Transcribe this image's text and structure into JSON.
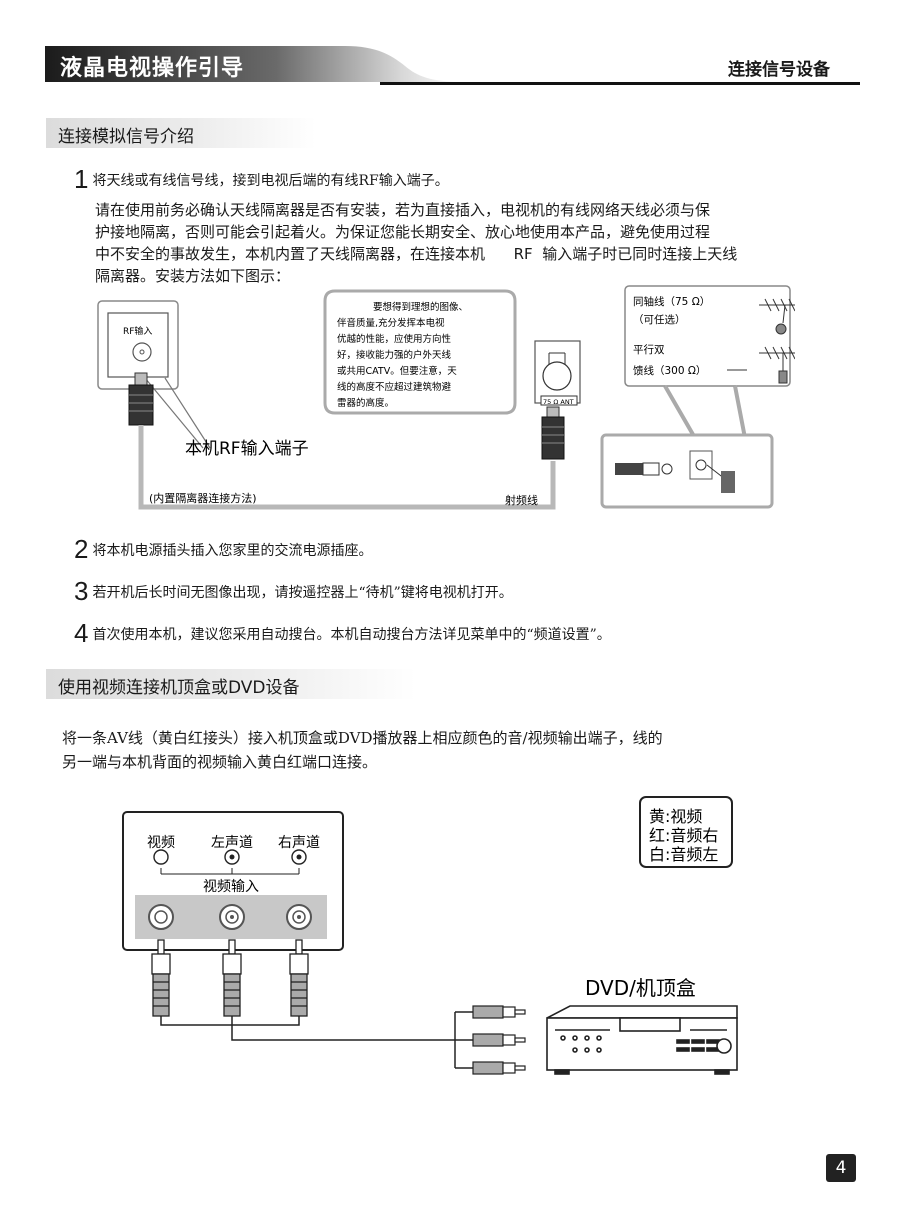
{
  "header": {
    "title": "液晶电视操作引导",
    "right_label": "连接信号设备"
  },
  "section1": {
    "title": "连接模拟信号介绍",
    "step1": {
      "num": "1",
      "text": "将天线或有线信号线，接到电视后端的有线RF输入端子。"
    },
    "paragraph": [
      "请在使用前务必确认天线隔离器是否有安装，若为直接插入，电视机的有线网络天线必须与保",
      "护接地隔离，否则可能会引起着火。为保证您能长期安全、放心地使用本产品，避免使用过程",
      "中不安全的事故发生，本机内置了天线隔离器，在连接本机      RF  输入端子时已同时连接上天线",
      "隔离器。安装方法如下图示："
    ],
    "diagram": {
      "rf_label": "RF输入",
      "port_caption": "本机RF输入端子",
      "builtin_caption": "(内置隔离器连接方法)",
      "cable_caption": "射频线",
      "ant_plate": "75 Ω ANT",
      "tip_lines": [
        "要想得到理想的图像、",
        "伴音质量,充分发挥本电视",
        "优越的性能，应使用方向性",
        "好，接收能力强的户外天线",
        "或共用CATV。但要注意，天",
        "线的高度不应超过建筑物避",
        "雷器的高度。"
      ],
      "coax_label": "同轴线（75 Ω）",
      "optional_label": "（可任选）",
      "parallel_label": "平行双",
      "feeder_label": "馈线（300 Ω）"
    },
    "step2": {
      "num": "2",
      "text": "将本机电源插头插入您家里的交流电源插座。"
    },
    "step3": {
      "num": "3",
      "text": "若开机后长时间无图像出现，请按遥控器上“待机”键将电视机打开。"
    },
    "step4": {
      "num": "4",
      "text": "首次使用本机，建议您采用自动搜台。本机自动搜台方法详见菜单中的“频道设置”。"
    }
  },
  "section2": {
    "title": "使用视频连接机顶盒或DVD设备",
    "paragraph": [
      "将一条AV线（黄白红接头）接入机顶盒或DVD播放器上相应颜色的音/视频输出端子，线的",
      "另一端与本机背面的视频输入黄白红端口连接。"
    ],
    "diagram": {
      "video_label": "视频",
      "left_audio_label": "左声道",
      "right_audio_label": "右声道",
      "input_label": "视频输入",
      "device_label": "DVD/机顶盒",
      "legend": [
        "黄:视频",
        "红:音频右",
        "白:音频左"
      ]
    }
  },
  "page_number": "4"
}
